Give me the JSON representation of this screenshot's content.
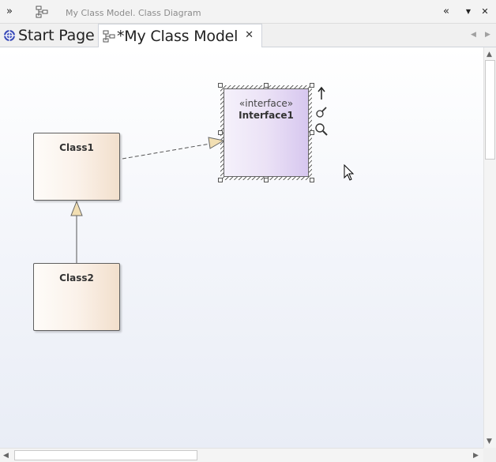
{
  "titlebar": {
    "caption": "My Class Model.  Class Diagram",
    "expand_glyph": "»",
    "collapse_glyph": "«",
    "menu_glyph": "▼",
    "close_glyph": "✕",
    "diagram_icon": "diagram-icon"
  },
  "tabs": [
    {
      "label": "Start Page",
      "icon": "start-page-icon",
      "active": false
    },
    {
      "label": "*My Class Model",
      "icon": "diagram-icon",
      "active": true,
      "close_glyph": "✕"
    }
  ],
  "tab_nav": {
    "left_glyph": "◀",
    "right_glyph": "▶"
  },
  "diagram": {
    "classes": [
      {
        "name": "Class1"
      },
      {
        "name": "Class2"
      }
    ],
    "interface": {
      "stereotype": "«interface»",
      "name": "Interface1",
      "selected": true
    },
    "relationships": [
      {
        "type": "realization",
        "from": "Class1",
        "to": "Interface1",
        "style": "dashed"
      },
      {
        "type": "generalization",
        "from": "Class2",
        "to": "Class1",
        "style": "solid"
      }
    ],
    "quick_tools": [
      "quick-link-arrow-icon",
      "hand-icon",
      "magnify-icon"
    ]
  },
  "colors": {
    "class_fill_end": "#f2dfcc",
    "interface_fill_end": "#d7c7ef",
    "arrowhead_fill": "#f2dfb3",
    "canvas_bottom": "#e9edf6"
  },
  "scrollbars": {
    "up": "▲",
    "down": "▼",
    "left": "◀",
    "right": "▶"
  }
}
